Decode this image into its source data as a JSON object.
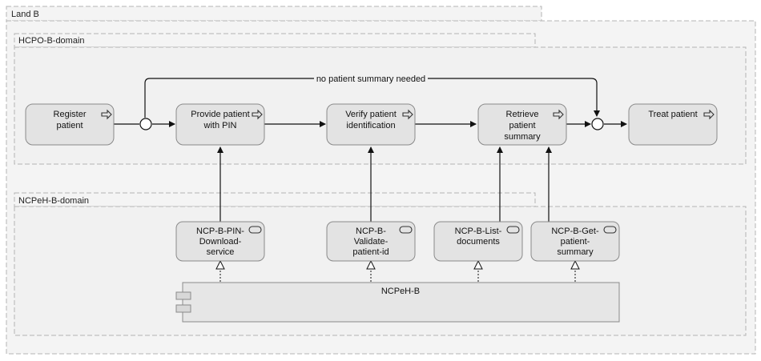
{
  "groups": {
    "land": "Land B",
    "hcpo": "HCPO-B-domain",
    "ncpeh": "NCPeH-B-domain"
  },
  "processes": {
    "register": [
      "Register",
      "patient"
    ],
    "provide_pin": [
      "Provide patient",
      "with PIN"
    ],
    "verify": [
      "Verify patient",
      "identification"
    ],
    "retrieve": [
      "Retrieve",
      "patient",
      "summary"
    ],
    "treat": [
      "Treat patient"
    ]
  },
  "services": {
    "pin_download": [
      "NCP-B-PIN-",
      "Download-",
      "service"
    ],
    "validate": [
      "NCP-B-",
      "Validate-",
      "patient-id"
    ],
    "list_docs": [
      "NCP-B-List-",
      "documents"
    ],
    "get_summary": [
      "NCP-B-Get-",
      "patient-",
      "summary"
    ]
  },
  "component": {
    "name": "NCPeH-B"
  },
  "edge_labels": {
    "bypass": "no patient summary needed"
  }
}
